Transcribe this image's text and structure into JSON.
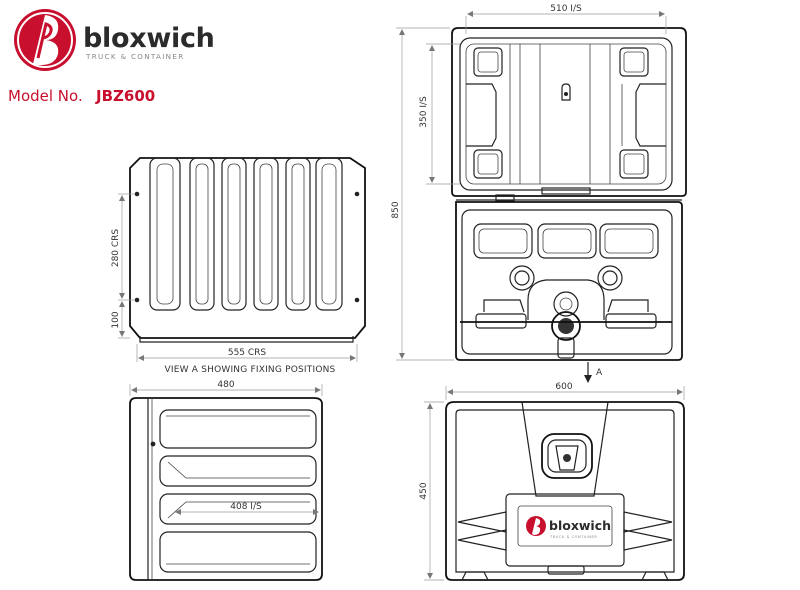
{
  "brand": {
    "name": "bloxwich",
    "tagline": "TRUCK & CONTAINER",
    "colors": {
      "red": "#c8102e",
      "dark": "#2b2b2b",
      "grey": "#888888"
    }
  },
  "model": {
    "label": "Model No.",
    "value": "JBZ600"
  },
  "dimensions": {
    "top_width_is": "510 I/S",
    "depth_is": "350 I/S",
    "height": "850",
    "crs_vertical": "280 CRS",
    "offset": "100",
    "crs_horizontal": "555 CRS",
    "side_width": "480",
    "inner_width_is": "408 I/S",
    "front_width": "600",
    "front_height": "450"
  },
  "view_a_caption": "VIEW A SHOWING FIXING POSITIONS",
  "arrow_label": "A",
  "front_logo": {
    "name": "bloxwich",
    "tagline": "TRUCK & CONTAINER"
  }
}
